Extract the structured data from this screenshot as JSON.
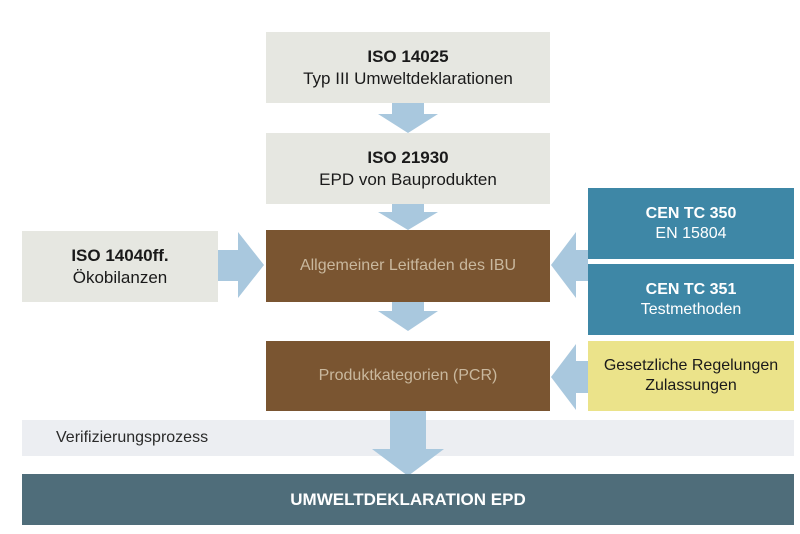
{
  "boxes": {
    "iso14025": {
      "title": "ISO 14025",
      "subtitle": "Typ III Umweltdeklarationen"
    },
    "iso21930": {
      "title": "ISO 21930",
      "subtitle": "EPD von Bauprodukten"
    },
    "iso14040": {
      "title": "ISO 14040ff.",
      "subtitle": "Ökobilanzen"
    },
    "leitfaden": {
      "label": "Allgemeiner Leitfaden des IBU"
    },
    "cen350": {
      "title": "CEN TC 350",
      "subtitle": "EN 15804"
    },
    "cen351": {
      "title": "CEN TC 351",
      "subtitle": "Testmethoden"
    },
    "pcr": {
      "label": "Produktkategorien (PCR)"
    },
    "gesetz": {
      "line1": "Gesetzliche Regelungen",
      "line2": "Zulassungen"
    }
  },
  "verification": {
    "label": "Verifizierungsprozess"
  },
  "result": {
    "label": "UMWELTDEKLARATION EPD"
  },
  "colors": {
    "grey_box": "#e6e7e1",
    "brown_box": "#7a5531",
    "blue_box": "#3e87a6",
    "yellow_box": "#ebe38a",
    "result_bar": "#4f6d7a",
    "arrow": "#a9c8de"
  }
}
